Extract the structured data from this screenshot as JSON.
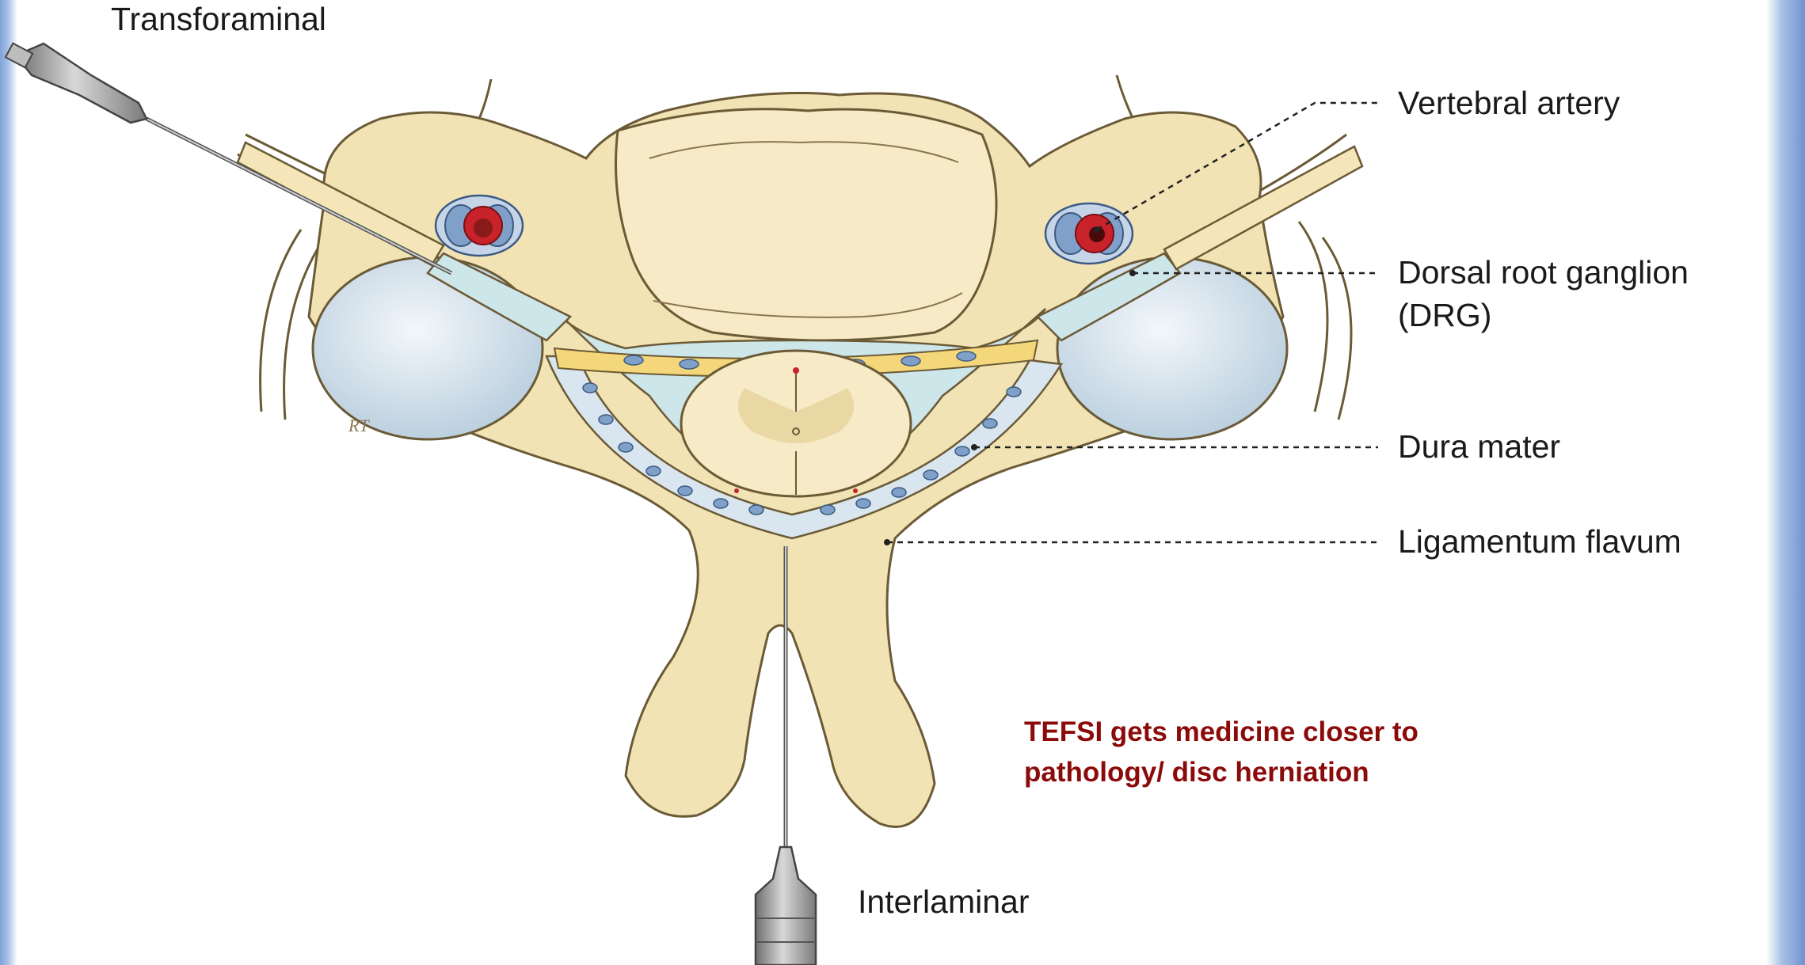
{
  "labels": {
    "transforaminal": "Transforaminal",
    "vertebral_artery": "Vertebral artery",
    "drg_line1": "Dorsal root ganglion",
    "drg_line2": "(DRG)",
    "dura_mater": "Dura mater",
    "ligamentum_flavum": "Ligamentum flavum",
    "interlaminar": "Interlaminar",
    "artist_initials": "RT"
  },
  "note": {
    "line1": "TEFSI gets medicine closer to",
    "line2": "pathology/ disc herniation"
  },
  "colors": {
    "bone": "#f2e3b5",
    "bone_outline": "#6b5a36",
    "disc": "#f6ebc6",
    "dura": "#cde6ea",
    "ligament": "#d9e6ef",
    "fat": "#f4d77a",
    "vessel_blue": "#7fa0c8",
    "artery_red": "#c8222a",
    "note_text": "#8b0a0a",
    "needle_metal": "#9a9a9a"
  }
}
